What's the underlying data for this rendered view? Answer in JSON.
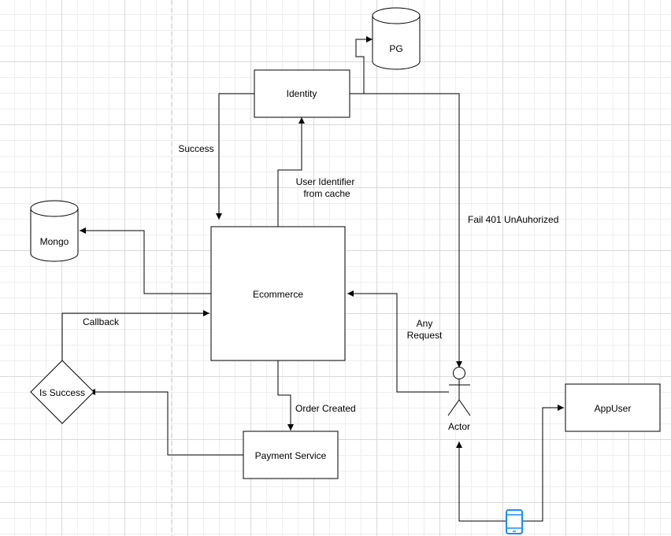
{
  "nodes": {
    "pg": "PG",
    "identity": "Identity",
    "mongo": "Mongo",
    "ecommerce": "Ecommerce",
    "is_success": "Is Success",
    "payment_service": "Payment Service",
    "actor": "Actor",
    "app_user": "AppUser"
  },
  "edge_labels": {
    "success": "Success",
    "user_identifier_line1": "User Identifier",
    "user_identifier_line2": "from cache",
    "fail": "Fail 401 UnAuhorized",
    "any_request_line1": "Any",
    "any_request_line2": "Request",
    "callback": "Callback",
    "order_created": "Order Created"
  },
  "icons": {
    "mobile": "mobile-phone-icon"
  },
  "colors": {
    "line": "#000000",
    "mobile_icon": "#1a8cff"
  }
}
